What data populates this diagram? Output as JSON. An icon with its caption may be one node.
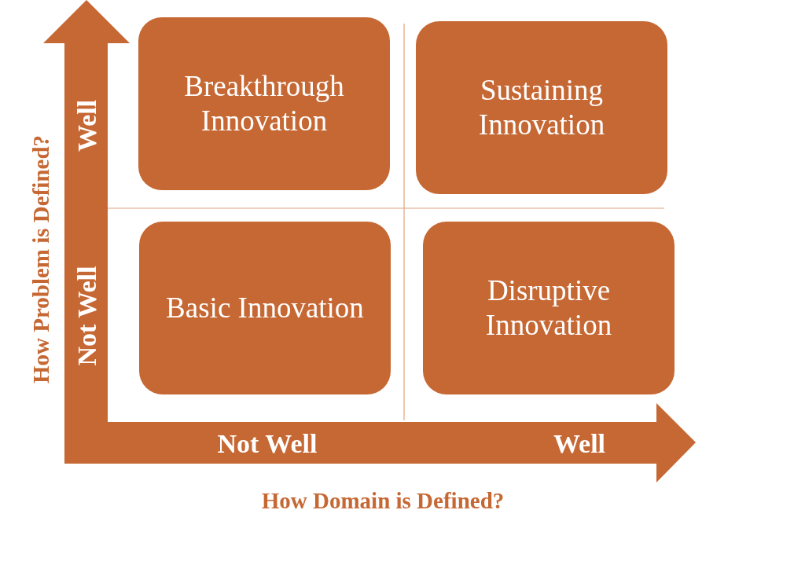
{
  "diagram": {
    "nodes": [
      {
        "text": [
          "Breakthrough Innovation"
        ]
      },
      {
        "text": [
          "Sustaining Innovation"
        ]
      },
      {
        "text": [
          "Basic Innovation"
        ]
      },
      {
        "text": [
          "Disruptive Innovation"
        ]
      }
    ],
    "labels": [
      "Well",
      "Not Well",
      "How Problem is Defined?",
      "Not Well",
      "Well",
      "How Domain is Defined?"
    ]
  }
}
